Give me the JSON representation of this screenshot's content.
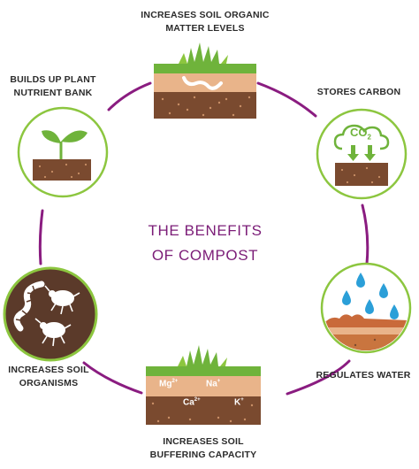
{
  "title": {
    "line1": "THE BENEFITS",
    "line2": "OF COMPOST"
  },
  "colors": {
    "ring": "#8a1c80",
    "circle_border": "#8cc63f",
    "title": "#7b1c77",
    "soil_dark": "#7a4a2f",
    "soil_light": "#e9b48a",
    "grass": "#6fb33b",
    "water": "#2b9fd8",
    "organisms_bg": "#5b3a2a"
  },
  "benefits": [
    {
      "line1": "INCREASES SOIL ORGANIC",
      "line2": "MATTER  LEVELS",
      "icon": "soil-organic-matter-icon"
    },
    {
      "line1": "STORES CARBON",
      "line2": "",
      "icon": "co2-cloud-icon"
    },
    {
      "line1": "REGULATES WATER",
      "line2": "",
      "icon": "water-drops-icon"
    },
    {
      "line1": "INCREASES SOIL",
      "line2": "BUFFERING CAPACITY",
      "icon": "soil-ions-icon"
    },
    {
      "line1": "INCREASES SOIL",
      "line2": "ORGANISMS",
      "icon": "soil-organisms-icon"
    },
    {
      "line1": "BUILDS UP PLANT",
      "line2": "NUTRIENT BANK",
      "icon": "seedling-icon"
    }
  ],
  "co2_label": "CO",
  "co2_sub": "2",
  "ions": [
    {
      "base": "Mg",
      "charge": "2+"
    },
    {
      "base": "Na",
      "charge": "+"
    },
    {
      "base": "Ca",
      "charge": "2+"
    },
    {
      "base": "K",
      "charge": "+"
    }
  ]
}
